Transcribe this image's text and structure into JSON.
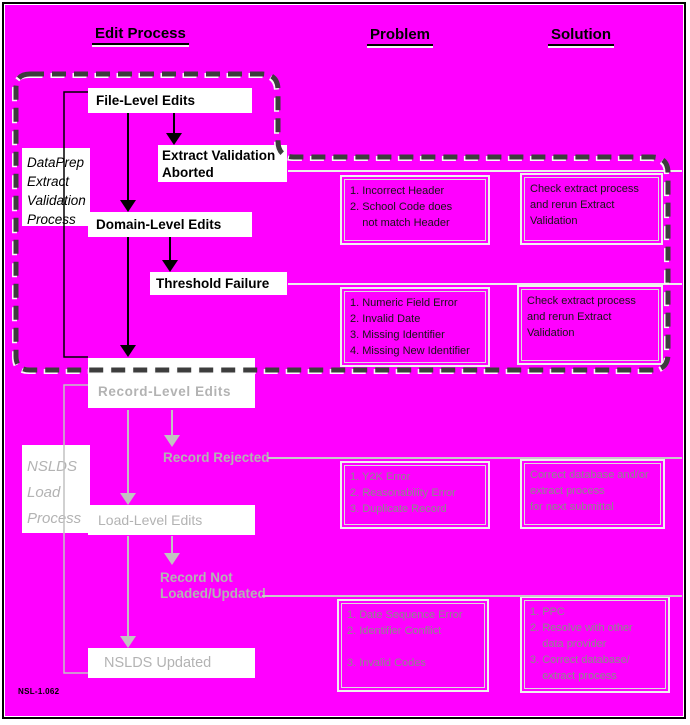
{
  "colors": {
    "background": "#FF00FF",
    "active_ink": "#000000",
    "inactive_ink": "#b3b3b3",
    "dim_list_ink": "#8a8a8a",
    "boundary_dash": "#3d3d3d"
  },
  "headers": {
    "edit_process": "Edit Process",
    "problem": "Problem",
    "solution": "Solution"
  },
  "dataprep_process": {
    "label_lines": [
      "DataPrep",
      "Extract",
      "Validation",
      "Process"
    ]
  },
  "load_process": {
    "label_lines": [
      "NSLDS",
      "Load",
      "Process"
    ]
  },
  "flow": {
    "file_level_edits": "File-Level Edits",
    "extract_validation_aborted_lines": [
      "Extract Validation",
      "Aborted"
    ],
    "domain_level_edits": "Domain-Level Edits",
    "threshold_failure": "Threshold Failure",
    "record_level_edits": "Record-Level Edits",
    "record_rejected": "Record Rejected",
    "load_level_edits": "Load-Level Edits",
    "record_not_loaded_lines": [
      "Record Not",
      "Loaded/Updated"
    ],
    "nslds_updated": "NSLDS Updated"
  },
  "rows": [
    {
      "problem_lines": [
        "1. Incorrect Header",
        "2. School Code does",
        "    not match Header"
      ],
      "solution_lines": [
        "Check extract process",
        "and rerun Extract",
        "Validation"
      ]
    },
    {
      "problem_lines": [
        "1. Numeric Field Error",
        "2. Invalid Date",
        "3. Missing Identifier",
        "4. Missing New Identifier"
      ],
      "solution_lines": [
        "Check extract process",
        "and rerun Extract",
        "Validation"
      ]
    },
    {
      "problem_lines": [
        "1. Y2K Error",
        "2. Reasonability Error",
        "3. Duplicate Record"
      ],
      "solution_lines": [
        "Correct database and/or",
        "extract process",
        "for next submittal"
      ]
    },
    {
      "problem_lines": [
        "1. Date Sequence Error",
        "2. Identifier Conflict",
        "",
        "3. Invalid Codes"
      ],
      "solution_lines": [
        "1. PPC",
        "2. Resolve with other",
        "    data provider",
        "3. Correct database/",
        "    extract process"
      ]
    }
  ],
  "footer": {
    "figure_code": "NSL-1.062"
  }
}
